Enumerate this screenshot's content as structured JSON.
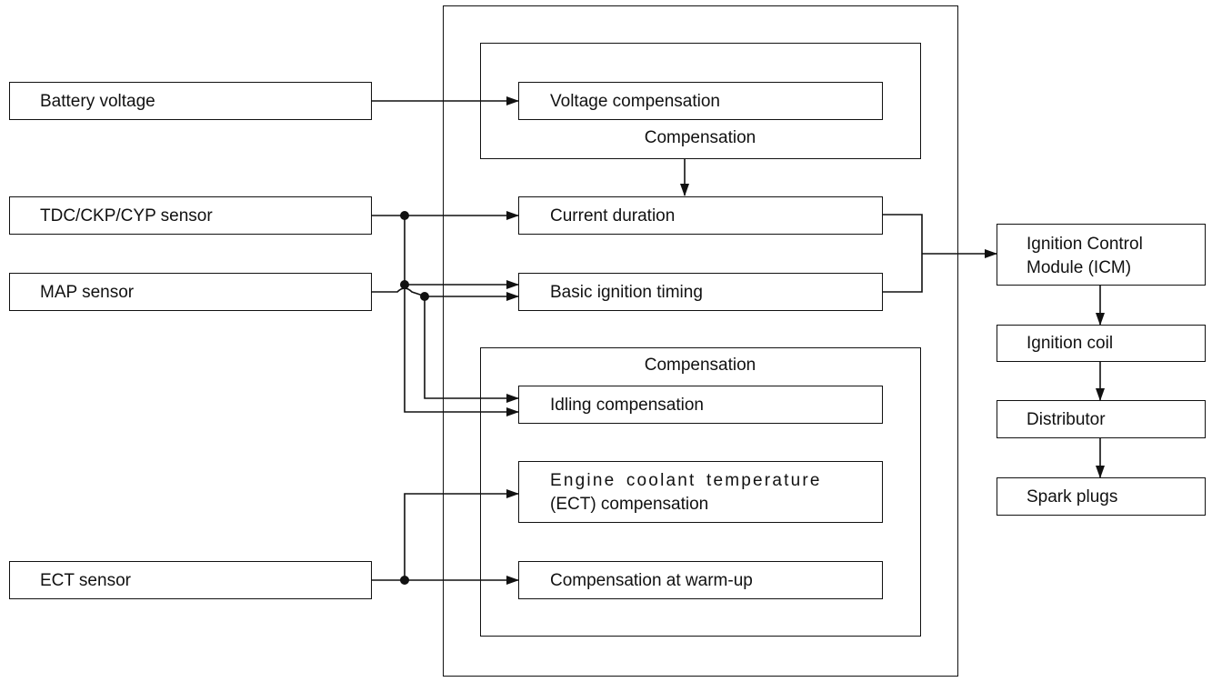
{
  "inputs": {
    "battery_voltage": "Battery voltage",
    "tdc_sensor": "TDC/CKP/CYP sensor",
    "map_sensor": "MAP sensor",
    "ect_sensor": "ECT sensor"
  },
  "ecu": {
    "upper_group": {
      "title": "Compensation",
      "voltage_compensation": "Voltage compensation"
    },
    "current_duration": "Current duration",
    "basic_ignition_timing": "Basic ignition timing",
    "lower_group": {
      "title": "Compensation",
      "idling_compensation": "Idling compensation",
      "ect_compensation_line1": "Engine coolant temperature",
      "ect_compensation_line2": "(ECT) compensation",
      "warmup_compensation": "Compensation at warm-up"
    }
  },
  "outputs": {
    "icm_line1": "Ignition Control",
    "icm_line2": "Module (ICM)",
    "ignition_coil": "Ignition coil",
    "distributor": "Distributor",
    "spark_plugs": "Spark plugs"
  }
}
